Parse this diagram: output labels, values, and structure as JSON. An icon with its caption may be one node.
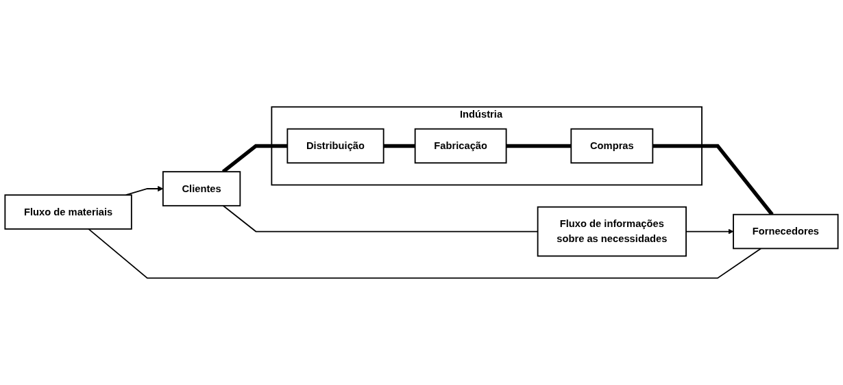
{
  "diagram": {
    "nodes": [
      {
        "text": [
          "Fluxo de materiais"
        ]
      },
      {
        "text": [
          "Indústria"
        ]
      },
      {
        "text": [
          "Clientes"
        ]
      },
      {
        "text": [
          "Distribuição"
        ],
        "in": 1
      },
      {
        "text": [
          "Fabricação"
        ],
        "in": 1
      },
      {
        "text": [
          "Compras"
        ],
        "in": 1
      },
      {
        "text": [
          "Fornecedores"
        ]
      },
      {
        "text": [
          "Fluxo de informações",
          "sobre as necessidades"
        ]
      }
    ],
    "edges": [
      {
        "from": 6,
        "to": 0,
        "arrow": "none"
      },
      {
        "from": 0,
        "to": 2,
        "arrow": "to"
      },
      {
        "from": 2,
        "to": 3,
        "arrow": "none",
        "style": "thick"
      },
      {
        "from": 3,
        "to": 4,
        "arrow": "none",
        "style": "thick"
      },
      {
        "from": 4,
        "to": 5,
        "arrow": "none",
        "style": "thick"
      },
      {
        "from": 5,
        "to": 6,
        "arrow": "none",
        "style": "thick"
      },
      {
        "from": 2,
        "to": 7,
        "arrow": "none"
      },
      {
        "from": 7,
        "to": 6,
        "arrow": "to"
      }
    ]
  }
}
